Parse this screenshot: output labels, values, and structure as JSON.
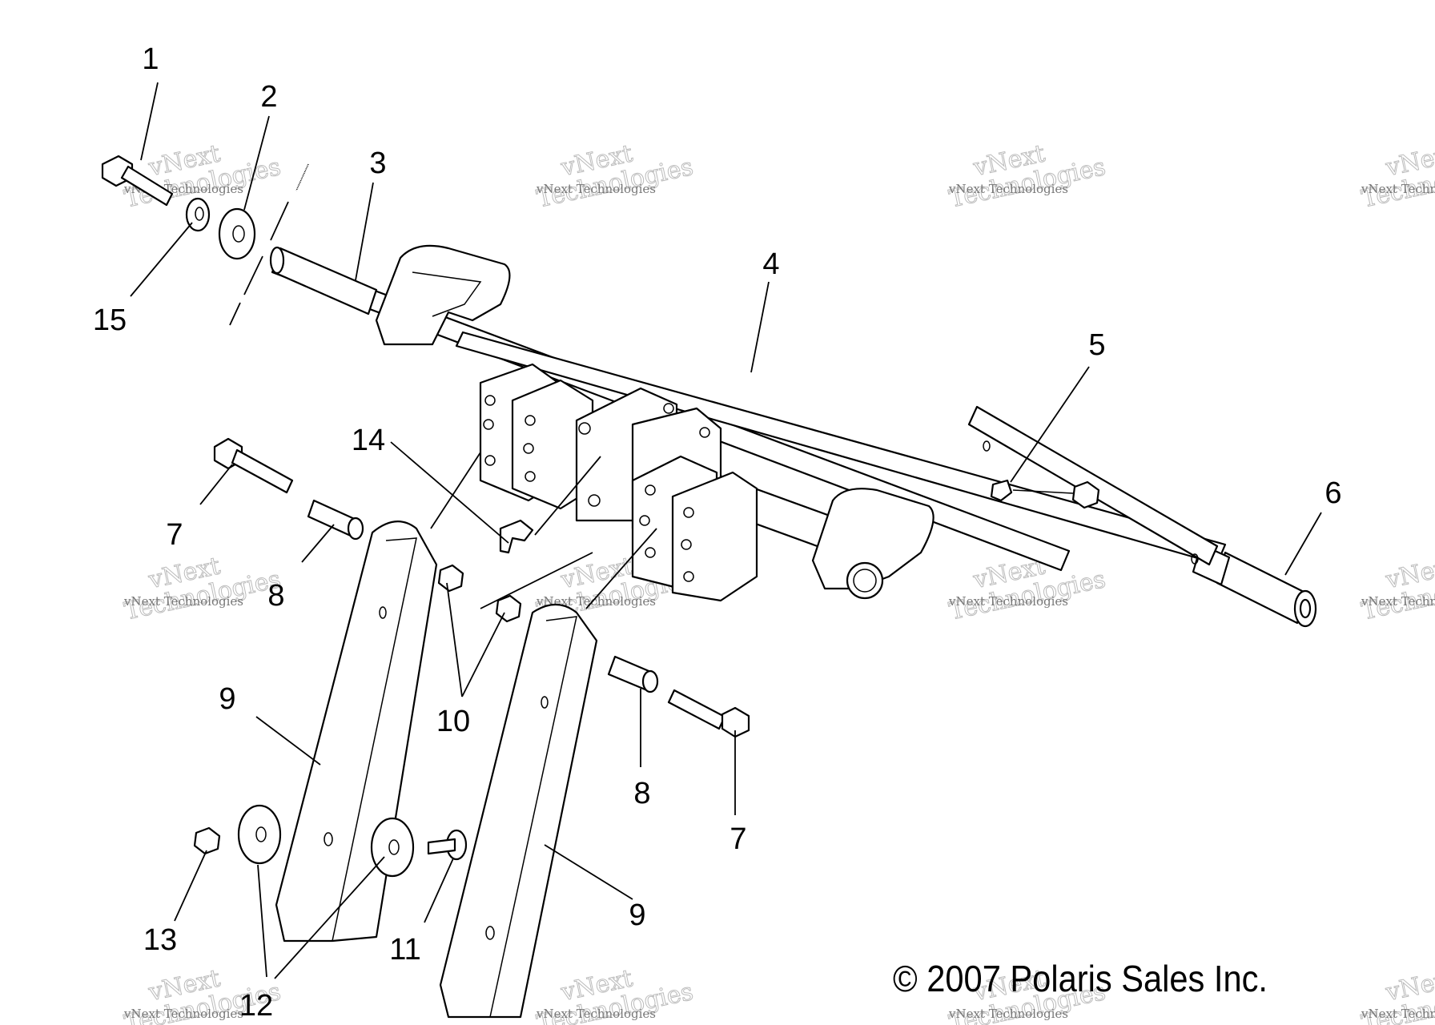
{
  "callouts": [
    {
      "id": "c1",
      "label": "1"
    },
    {
      "id": "c2",
      "label": "2"
    },
    {
      "id": "c3",
      "label": "3"
    },
    {
      "id": "c4",
      "label": "4"
    },
    {
      "id": "c5",
      "label": "5"
    },
    {
      "id": "c6",
      "label": "6"
    },
    {
      "id": "c7a",
      "label": "7"
    },
    {
      "id": "c7b",
      "label": "7"
    },
    {
      "id": "c8a",
      "label": "8"
    },
    {
      "id": "c8b",
      "label": "8"
    },
    {
      "id": "c9a",
      "label": "9"
    },
    {
      "id": "c9b",
      "label": "9"
    },
    {
      "id": "c10",
      "label": "10"
    },
    {
      "id": "c11",
      "label": "11"
    },
    {
      "id": "c12",
      "label": "12"
    },
    {
      "id": "c13",
      "label": "13"
    },
    {
      "id": "c14",
      "label": "14"
    },
    {
      "id": "c15",
      "label": "15"
    }
  ],
  "copyright": "© 2007 Polaris Sales Inc.",
  "watermark": {
    "line1": "vNext Technologies",
    "line2": "vNext",
    "line3": "Technologies"
  }
}
